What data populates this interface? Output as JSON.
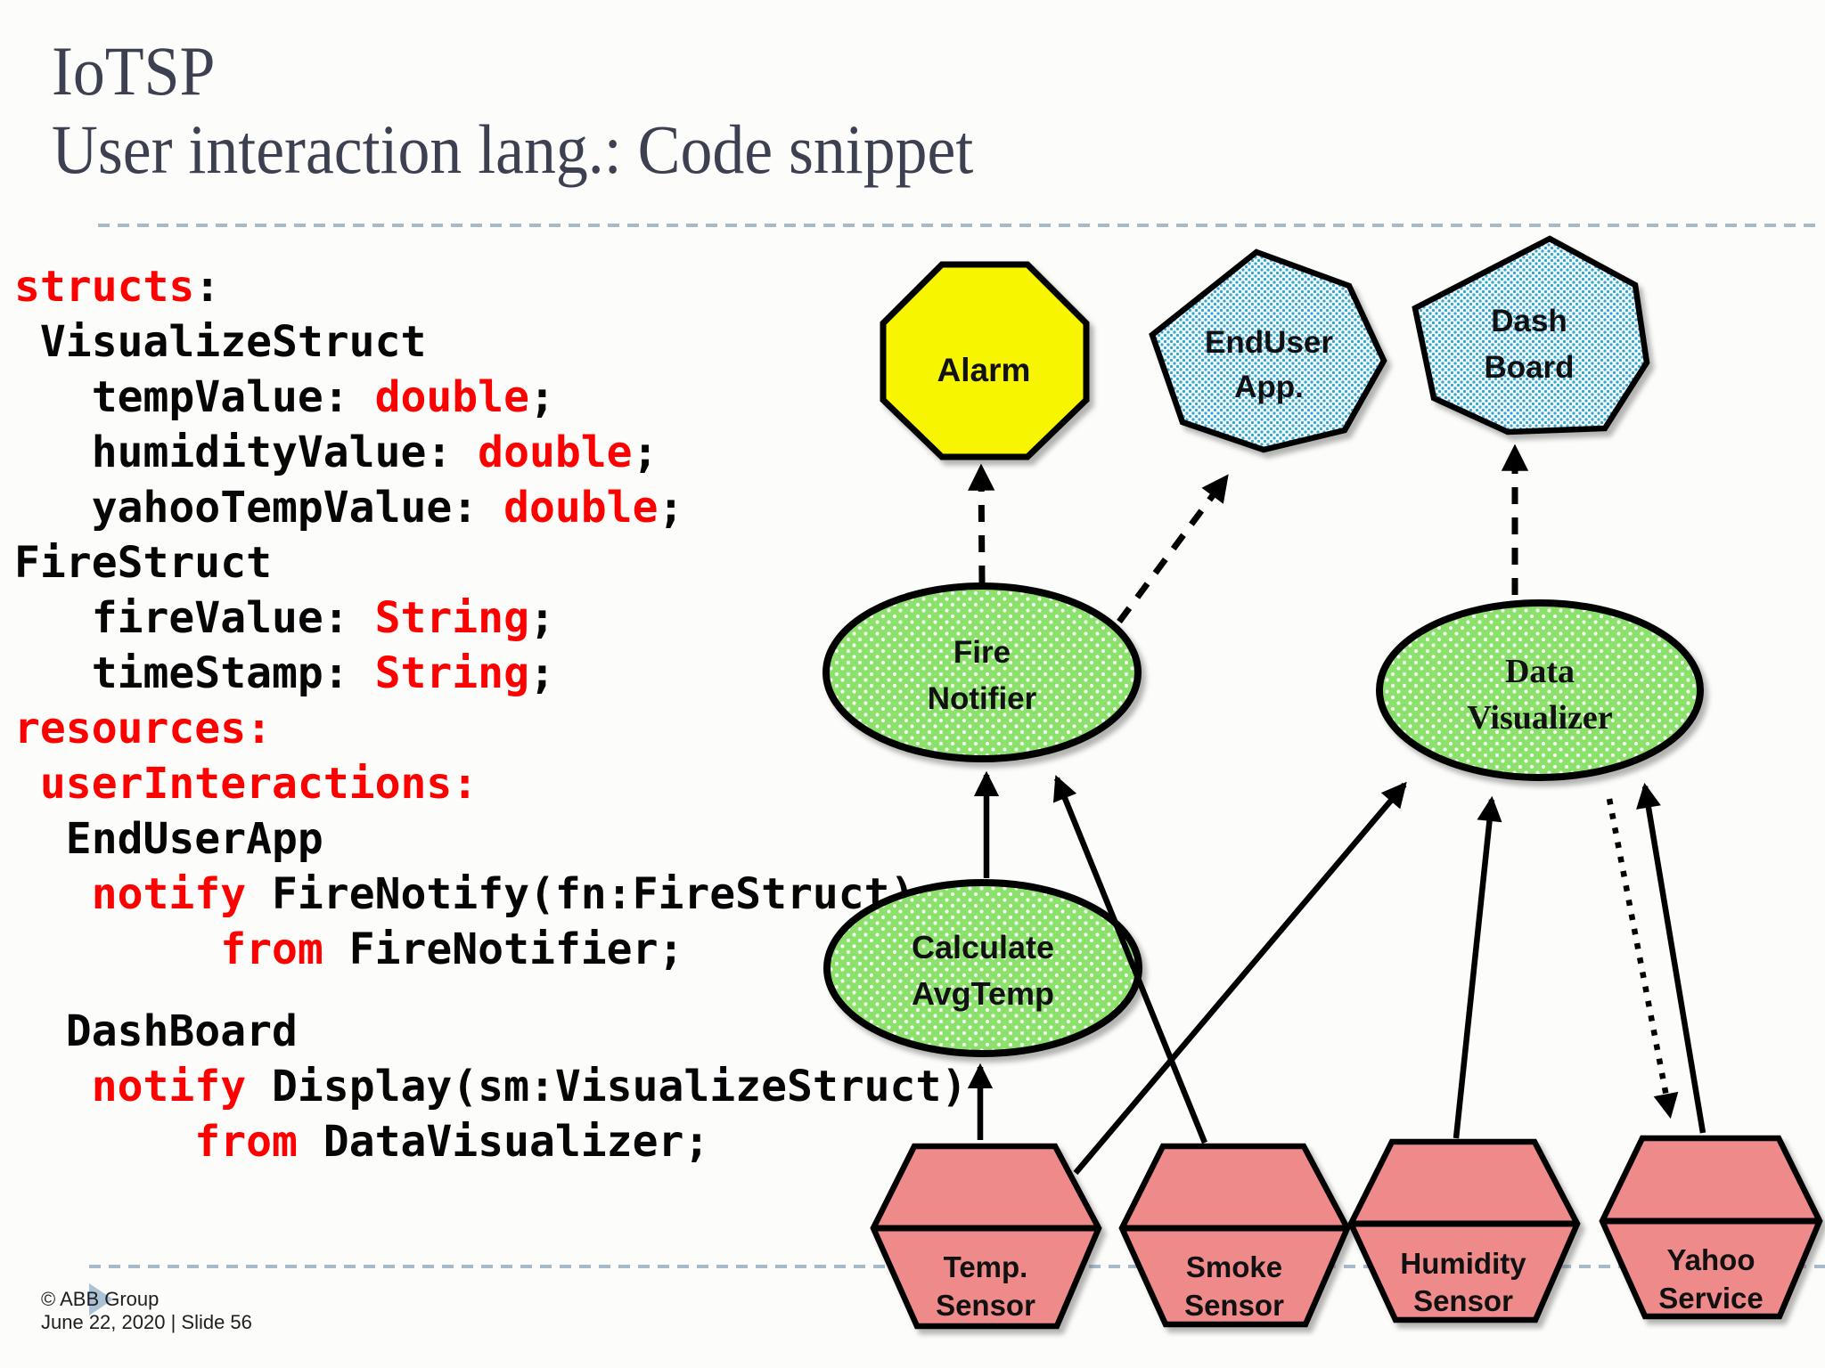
{
  "title": {
    "line1": "IoTSP",
    "line2": "User interaction lang.: Code snippet"
  },
  "footer": {
    "copyright": "© ABB Group",
    "meta": "June 22, 2020 | Slide 56"
  },
  "code": {
    "lines": [
      {
        "segments": [
          {
            "text": "structs",
            "color": "red"
          },
          {
            "text": ":",
            "color": "black"
          }
        ]
      },
      {
        "segments": [
          {
            "text": " VisualizeStruct",
            "color": "black"
          }
        ]
      },
      {
        "segments": [
          {
            "text": "   tempValue: ",
            "color": "black"
          },
          {
            "text": "double",
            "color": "red"
          },
          {
            "text": ";",
            "color": "black"
          }
        ]
      },
      {
        "segments": [
          {
            "text": "   humidityValue: ",
            "color": "black"
          },
          {
            "text": "double",
            "color": "red"
          },
          {
            "text": ";",
            "color": "black"
          }
        ]
      },
      {
        "segments": [
          {
            "text": "   yahooTempValue: ",
            "color": "black"
          },
          {
            "text": "double",
            "color": "red"
          },
          {
            "text": ";",
            "color": "black"
          }
        ]
      },
      {
        "segments": [
          {
            "text": "FireStruct",
            "color": "black"
          }
        ]
      },
      {
        "segments": [
          {
            "text": "   fireValue: ",
            "color": "black"
          },
          {
            "text": "String",
            "color": "red"
          },
          {
            "text": ";",
            "color": "black"
          }
        ]
      },
      {
        "segments": [
          {
            "text": "   timeStamp: ",
            "color": "black"
          },
          {
            "text": "String",
            "color": "red"
          },
          {
            "text": ";",
            "color": "black"
          }
        ]
      },
      {
        "segments": [
          {
            "text": "resources:",
            "color": "red"
          }
        ]
      },
      {
        "segments": [
          {
            "text": " userInteractions:",
            "color": "red"
          }
        ]
      },
      {
        "segments": [
          {
            "text": "  EndUserApp",
            "color": "black"
          }
        ]
      },
      {
        "segments": [
          {
            "text": "   ",
            "color": "black"
          },
          {
            "text": "notify",
            "color": "red"
          },
          {
            "text": " FireNotify(fn:FireStruct)",
            "color": "black"
          }
        ]
      },
      {
        "segments": [
          {
            "text": "        ",
            "color": "black"
          },
          {
            "text": "from",
            "color": "red"
          },
          {
            "text": " FireNotifier;",
            "color": "black"
          }
        ]
      },
      {
        "blank": true,
        "segments": []
      },
      {
        "segments": [
          {
            "text": "  DashBoard",
            "color": "black"
          }
        ]
      },
      {
        "segments": [
          {
            "text": "   ",
            "color": "black"
          },
          {
            "text": "notify",
            "color": "red"
          },
          {
            "text": " Display(sm:VisualizeStruct)",
            "color": "black"
          }
        ]
      },
      {
        "segments": [
          {
            "text": "       ",
            "color": "black"
          },
          {
            "text": "from",
            "color": "red"
          },
          {
            "text": " DataVisualizer;",
            "color": "black"
          }
        ]
      }
    ]
  },
  "diagram": {
    "nodes": {
      "alarm": {
        "label": "Alarm",
        "shape": "octagon"
      },
      "end_user_app": {
        "line1": "EndUser",
        "line2": "App.",
        "shape": "heptagon"
      },
      "dash_board": {
        "line1": "Dash",
        "line2": "Board",
        "shape": "heptagon"
      },
      "fire_notifier": {
        "line1": "Fire",
        "line2": "Notifier",
        "shape": "ellipse"
      },
      "data_visualizer": {
        "line1": "Data",
        "line2": "Visualizer",
        "shape": "ellipse"
      },
      "calculate_avg_temp": {
        "line1": "Calculate",
        "line2": "AvgTemp",
        "shape": "ellipse"
      },
      "temp_sensor": {
        "line1": "Temp.",
        "line2": "Sensor",
        "shape": "hexagon"
      },
      "smoke_sensor": {
        "line1": "Smoke",
        "line2": "Sensor",
        "shape": "hexagon"
      },
      "humidity_sensor": {
        "line1": "Humidity",
        "line2": "Sensor",
        "shape": "hexagon"
      },
      "yahoo_service": {
        "line1": "Yahoo",
        "line2": "Service",
        "shape": "hexagon"
      }
    },
    "edges": [
      {
        "from": "temp_sensor",
        "to": "calculate_avg_temp",
        "style": "solid"
      },
      {
        "from": "calculate_avg_temp",
        "to": "fire_notifier",
        "style": "solid"
      },
      {
        "from": "smoke_sensor",
        "to": "fire_notifier",
        "style": "solid"
      },
      {
        "from": "temp_sensor",
        "to": "data_visualizer",
        "style": "solid"
      },
      {
        "from": "humidity_sensor",
        "to": "data_visualizer",
        "style": "solid"
      },
      {
        "from": "yahoo_service",
        "to": "data_visualizer",
        "style": "solid"
      },
      {
        "from": "data_visualizer",
        "to": "yahoo_service",
        "style": "dotted"
      },
      {
        "from": "fire_notifier",
        "to": "alarm",
        "style": "dashed"
      },
      {
        "from": "fire_notifier",
        "to": "end_user_app",
        "style": "dashed"
      },
      {
        "from": "data_visualizer",
        "to": "dash_board",
        "style": "dashed"
      }
    ]
  },
  "colors": {
    "alarm_fill": "#F7F500",
    "node_green": "#8CE16C",
    "node_blue_dot": "#35A5CF",
    "sensor_pink": "#EE8A8A",
    "code_red": "#FE0000",
    "code_black": "#060606",
    "title_text": "#3D4050",
    "divider": "#A7BAC9",
    "footer_triangle": "#A2BBD2"
  }
}
